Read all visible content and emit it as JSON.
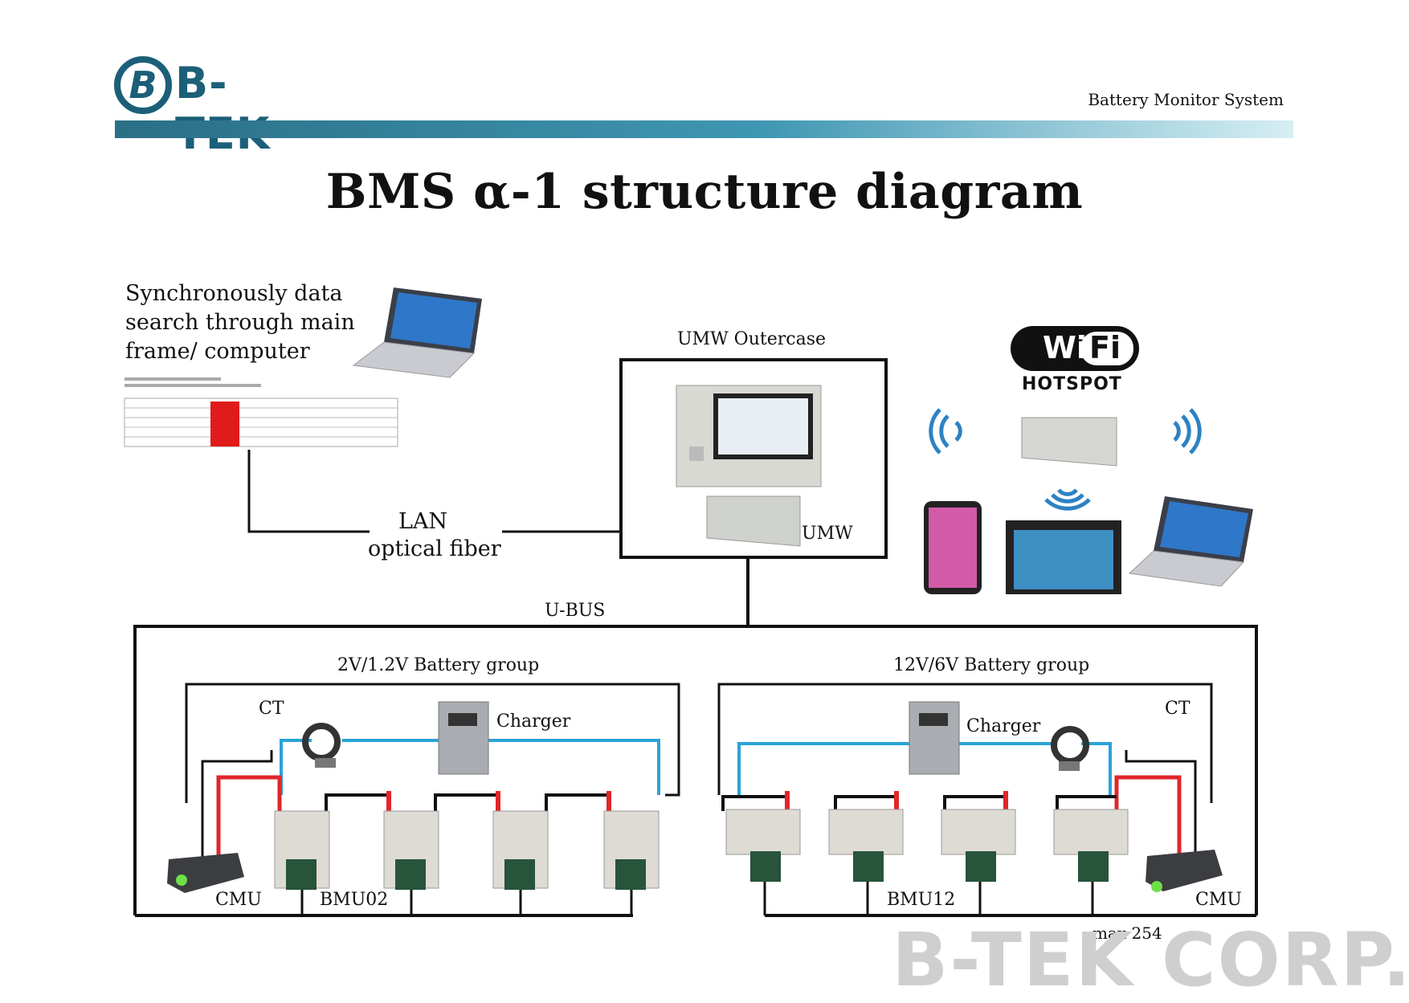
{
  "header": {
    "logo_text": "B-TEK",
    "subtitle": "Battery Monitor System"
  },
  "title": "BMS α-1 structure diagram",
  "left_panel": {
    "description": "Synchronously data search through main frame/ computer"
  },
  "labels": {
    "lan": "LAN",
    "optical_fiber": "optical fiber",
    "umw_outercase": "UMW Outercase",
    "umw": "UMW",
    "u_bus": "U-BUS",
    "wifi_hotspot": "HOTSPOT",
    "group_left": "2V/1.2V Battery group",
    "group_right": "12V/6V Battery group",
    "ct_left": "CT",
    "ct_right": "CT",
    "charger_left": "Charger",
    "charger_right": "Charger",
    "cmu_left": "CMU",
    "cmu_right": "CMU",
    "bmu02": "BMU02",
    "bmu12": "BMU12",
    "max": "max 254"
  },
  "watermark": "B-TEK CORP.",
  "colors": {
    "brand": "#1c5f78",
    "cable_blue": "#2aa3d8",
    "cable_red": "#e0262a",
    "line": "#111111"
  }
}
